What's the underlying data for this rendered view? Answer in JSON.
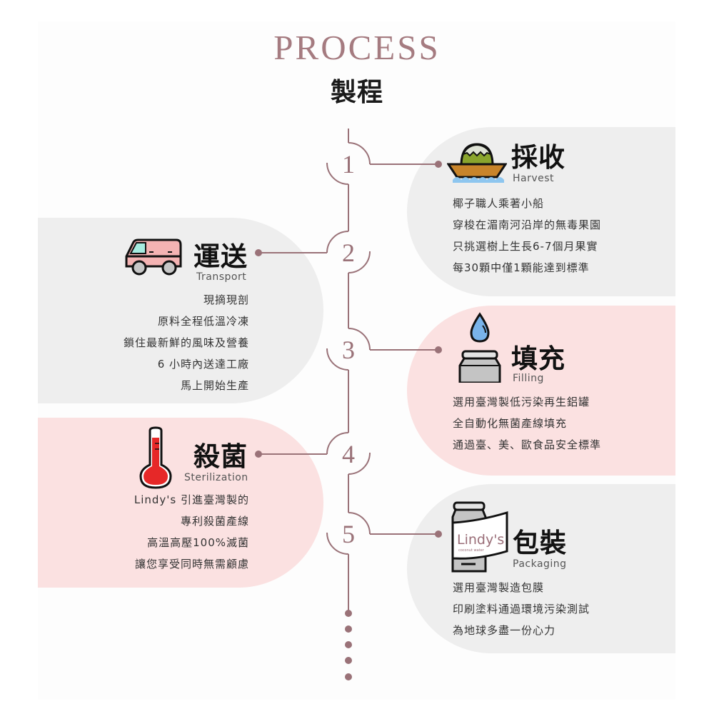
{
  "header": {
    "title_en": "PROCESS",
    "title_zh": "製程"
  },
  "colors": {
    "accent": "#9a7278",
    "panel_gray": "#eeeeee",
    "panel_pink": "#fbe1e1",
    "title_en": "#a57b80"
  },
  "steps": [
    {
      "number": "1",
      "title": "採收",
      "subtitle": "Harvest",
      "icon": "coconut-boat-icon",
      "side": "right",
      "lines": [
        "椰子職人乘著小船",
        "穿梭在湄南河沿岸的無毒果園",
        "只挑選樹上生長6-7個月果實",
        "每30顆中僅1顆能達到標準"
      ]
    },
    {
      "number": "2",
      "title": "運送",
      "subtitle": "Transport",
      "icon": "van-icon",
      "side": "left",
      "lines": [
        "現摘現剖",
        "原料全程低溫冷凍",
        "鎖住最新鮮的風味及營養",
        "6 小時內送達工廠",
        "馬上開始生產"
      ]
    },
    {
      "number": "3",
      "title": "填充",
      "subtitle": "Filling",
      "icon": "water-drop-can-icon",
      "side": "right",
      "lines": [
        "選用臺灣製低污染再生鋁罐",
        "全自動化無菌產線填充",
        "通過臺、美、歐食品安全標準"
      ]
    },
    {
      "number": "4",
      "title": "殺菌",
      "subtitle": "Sterilization",
      "icon": "thermometer-icon",
      "side": "left",
      "lines": [
        "Lindy's 引進臺灣製的",
        "專利殺菌產線",
        "高溫高壓100%滅菌",
        "讓您享受同時無需顧慮"
      ]
    },
    {
      "number": "5",
      "title": "包裝",
      "subtitle": "Packaging",
      "icon": "labeled-can-icon",
      "side": "right",
      "label_brand": "Lindy's",
      "label_tagline": "coconut water",
      "lines": [
        "選用臺灣製造包膜",
        "印刷塗料通過環境污染測試",
        "為地球多盡一份心力"
      ]
    }
  ]
}
